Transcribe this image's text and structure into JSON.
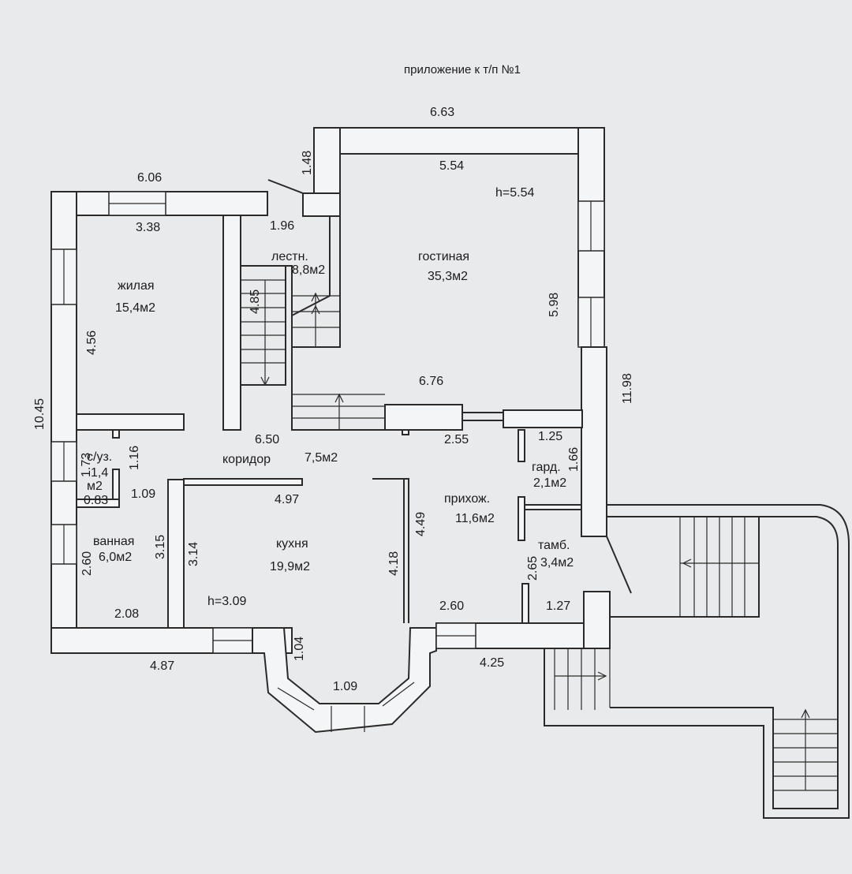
{
  "header": {
    "caption": "приложение к т/п №1"
  },
  "rooms": {
    "living": {
      "name": "жилая",
      "area": "15,4м2"
    },
    "stairs": {
      "name": "лестн.",
      "area": "8,8м2"
    },
    "lounge": {
      "name": "гостиная",
      "area": "35,3м2"
    },
    "corridor": {
      "name": "коридор",
      "area": "7,5м2"
    },
    "wc": {
      "name": "с/уз.",
      "area": "1,4",
      "unit": "м2"
    },
    "bath": {
      "name": "ванная",
      "area": "6,0м2"
    },
    "kitchen": {
      "name": "кухня",
      "area": "19,9м2"
    },
    "hall": {
      "name": "прихож.",
      "area": "11,6м2"
    },
    "wardrobe": {
      "name": "гард.",
      "area": "2,1м2"
    },
    "vestibule": {
      "name": "тамб.",
      "area": "3,4м2"
    }
  },
  "heights": {
    "lounge": "h=5.54",
    "kitchen": "h=3.09"
  },
  "dimensions": {
    "top_outer": "6.63",
    "top_inner": "5.54",
    "step_left": "1.48",
    "left_top_outer": "6.06",
    "left_top_inner": "3.38",
    "stair_width": "1.96",
    "stair_length": "4.85",
    "lounge_side": "5.98",
    "right_outer": "11.98",
    "left_outer": "10.45",
    "living_side": "4.56",
    "lounge_bottom": "6.76",
    "corridor_len": "6.50",
    "hall_top": "2.55",
    "wardrobe_top": "1.25",
    "wardrobe_side": "1.66",
    "wc_side": "1.73",
    "wc_len": "1.16",
    "wc_width": "0.83",
    "bath_top": "1.09",
    "kitchen_top": "4.97",
    "hall_side": "4.49",
    "kitchen_right": "4.18",
    "bath_side_a": "3.15",
    "kitchen_left": "3.14",
    "bath_left": "2.60",
    "bath_bottom": "2.08",
    "vest_side": "2.65",
    "bay_side": "1.04",
    "bay_front": "1.09",
    "hall_bottom": "2.60",
    "vest_bottom": "1.27",
    "left_bottom": "4.87",
    "right_bottom": "4.25"
  }
}
